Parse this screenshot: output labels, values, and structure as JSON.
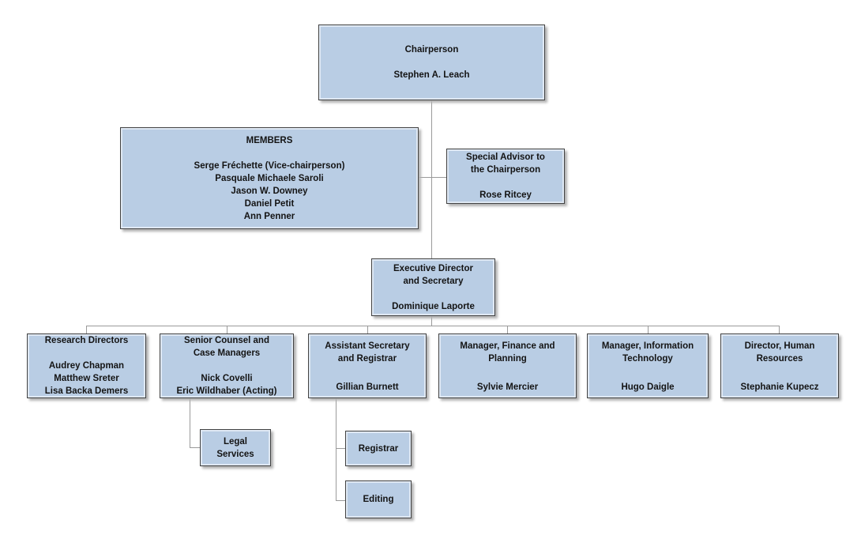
{
  "colors": {
    "background": "#ffffff",
    "box_fill": "#b9cde4",
    "box_border": "#424242",
    "box_inner_highlight": "#dfe8f3",
    "box_shadow": "#b2b2b2",
    "connector_line": "#9a9a9a",
    "text": "#141414"
  },
  "nodes": {
    "chairperson": {
      "title_lines": [
        "Chairperson"
      ],
      "name_lines": [
        "Stephen A. Leach"
      ]
    },
    "members": {
      "title_lines": [
        "MEMBERS"
      ],
      "name_lines": [
        "Serge Fréchette (Vice-chairperson)",
        "Pasquale Michaele Saroli",
        "Jason W. Downey",
        "Daniel Petit",
        "Ann Penner"
      ]
    },
    "special_advisor": {
      "title_lines": [
        "Special Advisor to",
        "the Chairperson"
      ],
      "name_lines": [
        "Rose Ritcey"
      ]
    },
    "executive_director": {
      "title_lines": [
        "Executive Director",
        "and Secretary"
      ],
      "name_lines": [
        "Dominique Laporte"
      ]
    },
    "research_directors": {
      "title_lines": [
        "Research Directors"
      ],
      "name_lines": [
        "Audrey Chapman",
        "Matthew Sreter",
        "Lisa Backa Demers"
      ]
    },
    "senior_counsel": {
      "title_lines": [
        "Senior Counsel and",
        "Case Managers"
      ],
      "name_lines": [
        "Nick Covelli",
        "Eric Wildhaber (Acting)"
      ]
    },
    "assistant_secretary": {
      "title_lines": [
        "Assistant Secretary",
        "and Registrar"
      ],
      "name_lines": [
        "Gillian Burnett"
      ]
    },
    "manager_finance": {
      "title_lines": [
        "Manager, Finance and",
        "Planning"
      ],
      "name_lines": [
        "Sylvie Mercier"
      ]
    },
    "manager_it": {
      "title_lines": [
        "Manager, Information",
        "Technology"
      ],
      "name_lines": [
        "Hugo Daigle"
      ]
    },
    "director_hr": {
      "title_lines": [
        "Director, Human",
        "Resources"
      ],
      "name_lines": [
        "Stephanie Kupecz"
      ]
    },
    "legal_services": {
      "title_lines": [
        "Legal",
        "Services"
      ]
    },
    "registrar": {
      "title_lines": [
        "Registrar"
      ]
    },
    "editing": {
      "title_lines": [
        "Editing"
      ]
    }
  }
}
